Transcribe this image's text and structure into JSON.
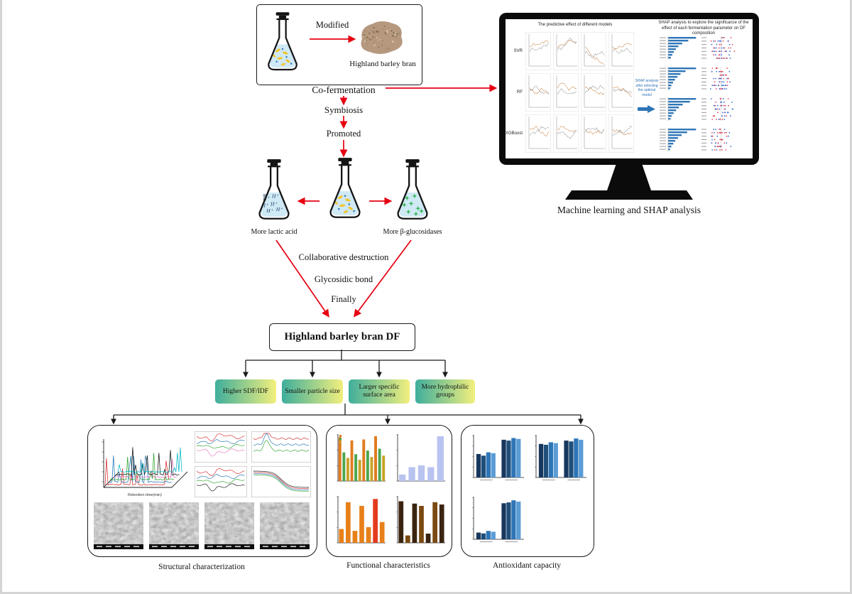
{
  "palette": {
    "red_arrow": "#e60012",
    "black": "#1a1a1a",
    "blue": "#2e75b6",
    "property_gradient_start": "#3fae9c",
    "property_gradient_end": "#f2ef7d",
    "flask_liquid": "#cfe9f5",
    "bran_fill": "#b5987e"
  },
  "top_box": {
    "modified_label": "Modified",
    "bran_label": "Highland barley bran"
  },
  "flow": {
    "co_fermentation": "Co-fermentation",
    "symbiosis": "Symbiosis",
    "promoted": "Promoted",
    "more_lactic_acid": "More lactic acid",
    "more_glucosidases": "More β-glucosidases",
    "collaborative_destruction": "Collaborative destruction",
    "glycosidic_bond": "Glycosidic bond",
    "finally_label": "Finally",
    "df_box_label": "Highland barley bran DF"
  },
  "properties": [
    {
      "label": "Higher SDF/IDF"
    },
    {
      "label": "Smaller particle size"
    },
    {
      "label": "Larger specific surface area"
    },
    {
      "label": "More hydrophilic groups"
    }
  ],
  "monitor": {
    "left_title": "The predictive effect of different models",
    "right_title": "SHAP analysis to explore the significance of the effect of each fermentation parameter on DF composition",
    "model_labels": [
      "SVR",
      "RF",
      "XGBoost"
    ],
    "arrow_note": "SHAP analysis after selecting the optimal model",
    "caption": "Machine learning and SHAP analysis",
    "scatter_grid": {
      "rows": 3,
      "cols": 4,
      "trace_colors": [
        "#c8884b",
        "#9a9a9a"
      ]
    },
    "shap_importance_rows": [
      [
        1,
        0.72,
        0.5,
        0.36,
        0.27,
        0.2,
        0.14,
        0.09
      ],
      [
        1,
        0.62,
        0.44,
        0.33,
        0.24,
        0.17,
        0.11,
        0.07
      ],
      [
        1,
        0.78,
        0.52,
        0.38,
        0.28,
        0.19,
        0.12,
        0.08
      ],
      [
        1,
        0.68,
        0.48,
        0.35,
        0.25,
        0.18,
        0.11,
        0.06
      ]
    ]
  },
  "panels": {
    "structural": {
      "label": "Structural characterization",
      "plot3d_axis_label": "Retention time(min)",
      "line_colors": [
        "#d62728",
        "#1f77b4",
        "#2ca02c",
        "#e377c2",
        "#111111",
        "#00b7c3"
      ]
    },
    "functional": {
      "label": "Functional characteristics",
      "charts": {
        "top_left": {
          "values": [
            0.95,
            0.62,
            0.5,
            0.88,
            0.58,
            0.46,
            0.9,
            0.66,
            0.52,
            0.97,
            0.7,
            0.55
          ],
          "colors": [
            "#e07b1f",
            "#4ca64c",
            "#c9a227"
          ]
        },
        "top_right": {
          "values": [
            0.14,
            0.3,
            0.34,
            0.3,
            0.97
          ],
          "colors": [
            "#b9c3f0"
          ]
        },
        "bottom_left": {
          "values": [
            0.3,
            0.88,
            0.26,
            0.8,
            0.34,
            0.95,
            0.45
          ],
          "colors": [
            "#e8801a",
            "#e8801a",
            "#e8801a",
            "#e8801a",
            "#e8801a",
            "#e43b1f",
            "#e8801a"
          ]
        },
        "bottom_right": {
          "values": [
            0.9,
            0.16,
            0.85,
            0.8,
            0.2,
            0.88,
            0.83
          ],
          "colors": [
            "#3a2410",
            "#7a4a12"
          ]
        }
      }
    },
    "antioxidant": {
      "label": "Antioxidant capacity",
      "bar_colors": [
        "#17375e",
        "#1f4e79",
        "#2e75b6",
        "#5b9bd5"
      ],
      "charts": {
        "a": {
          "groups": [
            [
              0.56,
              0.52,
              0.6,
              0.58
            ],
            [
              0.9,
              0.88,
              0.94,
              0.92
            ]
          ]
        },
        "b": {
          "groups": [
            [
              0.8,
              0.78,
              0.84,
              0.82
            ],
            [
              0.88,
              0.86,
              0.93,
              0.9
            ]
          ]
        },
        "c": {
          "groups": [
            [
              0.16,
              0.14,
              0.2,
              0.18
            ],
            [
              0.86,
              0.88,
              0.93,
              0.9
            ]
          ]
        }
      }
    }
  }
}
